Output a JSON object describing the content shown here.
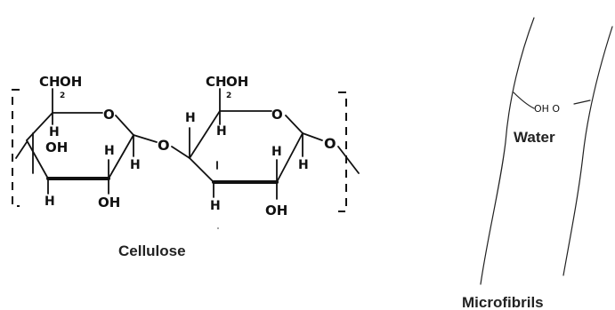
{
  "labels": {
    "cellulose": "Cellulose",
    "water": "Water",
    "microfibrils": "Microfibrils"
  },
  "atoms": {
    "ring1": {
      "ch2oh": "CH",
      "ch2oh_tail": "OH",
      "sub2": "2",
      "h_c5": "H",
      "o_ring": "O",
      "oh_c4": "OH",
      "h_c3": "H",
      "h_c1": "H",
      "h_c2_low": "H",
      "oh_c2": "OH"
    },
    "bridge_o": "O",
    "ring2": {
      "ch2oh": "CH",
      "ch2oh_tail": "OH",
      "sub2": "2",
      "h_c4": "H",
      "h_c5": "H",
      "o_ring": "O",
      "h_c1": "H",
      "h_c3": "H",
      "h_low": "H",
      "oh_c2": "OH"
    },
    "end_o": "O"
  },
  "fibril_water_label": "OH O",
  "colors": {
    "ink": "#111111",
    "caption": "#222222",
    "background": "#ffffff"
  }
}
